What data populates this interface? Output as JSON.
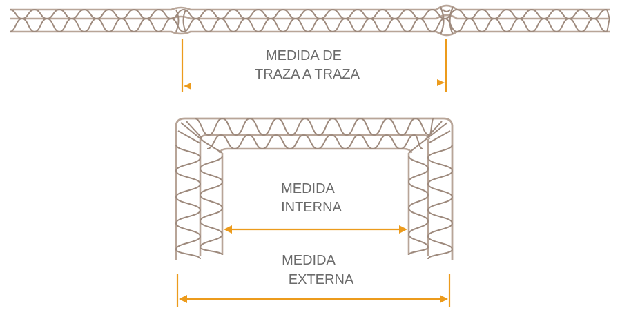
{
  "labels": {
    "trace": [
      "MEDIDA DE",
      "TRAZA A TRAZA"
    ],
    "internal": [
      "MEDIDA",
      "INTERNA"
    ],
    "external": [
      "MEDIDA",
      "EXTERNA"
    ]
  },
  "colors": {
    "board": "#b8a598",
    "board_dark": "#9e8a7d",
    "dimension": "#ec9b1c",
    "text": "#6b6b6b"
  }
}
